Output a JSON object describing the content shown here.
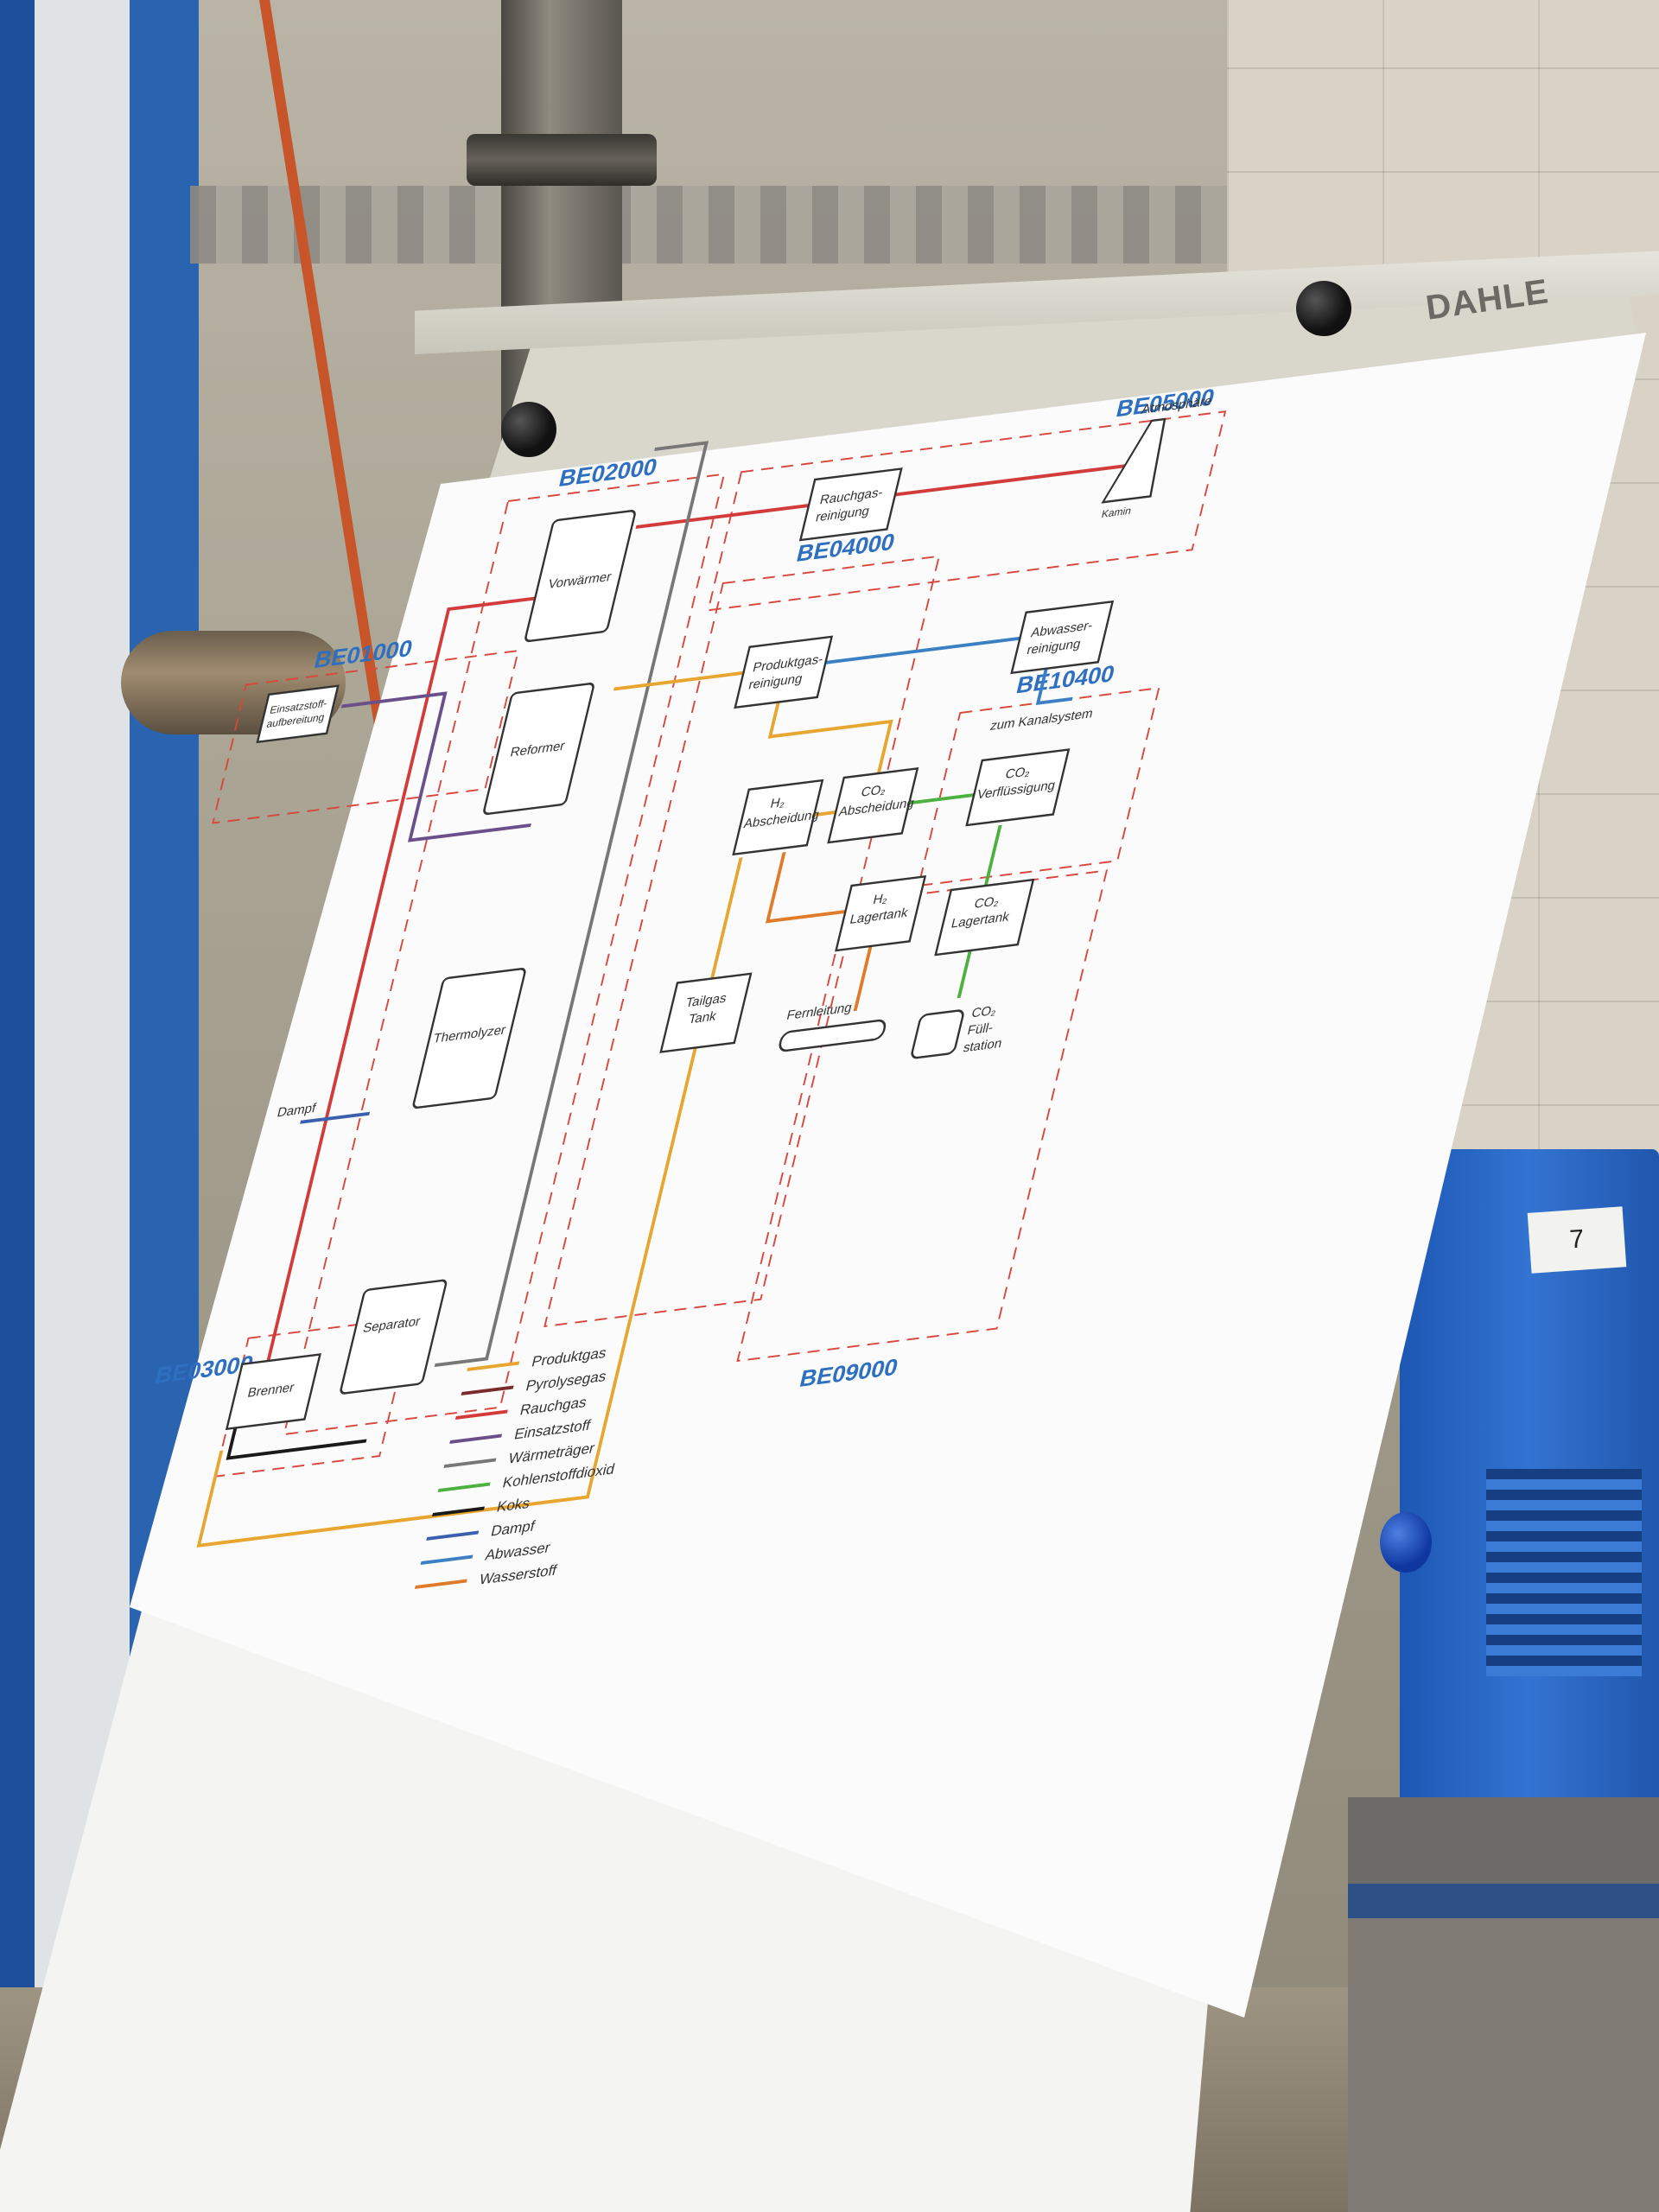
{
  "brand": "DAHLE",
  "machine_tag": "7",
  "colors": {
    "produktgas": "#e8a630",
    "pyrolysegas": "#7a2b2b",
    "rauchgas": "#d33b3b",
    "einsatzstoff": "#6a4f8a",
    "waermetraeger": "#777777",
    "kohlenstoffdioxid": "#4cb13f",
    "koks": "#1a1a1a",
    "dampf": "#3a5fae",
    "abwasser": "#3c7fc4",
    "wasserstoff": "#e07b2a",
    "boundary": "#d9463c",
    "label": "#2e6fc0"
  },
  "units": {
    "be01000": "BE01000",
    "be02000": "BE02000",
    "be03000": "BE03000",
    "be04000": "BE04000",
    "be05000": "BE05000",
    "be09000": "BE09000",
    "be10400": "BE10400"
  },
  "components": {
    "einsatzstoff_1": "Einsatzstoff-",
    "einsatzstoff_2": "aufbereitung",
    "vorwaermer": "Vorwärmer",
    "reformer": "Reformer",
    "thermolyzer": "Thermolyzer",
    "separator": "Separator",
    "brenner": "Brenner",
    "rauchgas_1": "Rauchgas-",
    "rauchgas_2": "reinigung",
    "kamin": "Kamin",
    "atmosphaere": "Atmosphäre",
    "produktgas_1": "Produktgas-",
    "produktgas_2": "reinigung",
    "abwasser_1": "Abwasser-",
    "abwasser_2": "reinigung",
    "kanalsystem": "zum Kanalsystem",
    "h2_abscheidung_1": "H₂",
    "h2_abscheidung_2": "Abscheidung",
    "co2_abscheidung_1": "CO₂",
    "co2_abscheidung_2": "Abscheidung",
    "co2_verfl_1": "CO₂",
    "co2_verfl_2": "Verflüssigung",
    "h2_tank_1": "H₂",
    "h2_tank_2": "Lagertank",
    "co2_tank_1": "CO₂",
    "co2_tank_2": "Lagertank",
    "tailgas_1": "Tailgas",
    "tailgas_2": "Tank",
    "fernleitung": "Fernleitung",
    "fuellstation_1": "CO₂",
    "fuellstation_2": "Füll-",
    "fuellstation_3": "station",
    "dampf": "Dampf"
  },
  "legend": [
    "Produktgas",
    "Pyrolysegas",
    "Rauchgas",
    "Einsatzstoff",
    "Wärmeträger",
    "Kohlenstoffdioxid",
    "Koks",
    "Dampf",
    "Abwasser",
    "Wasserstoff"
  ]
}
